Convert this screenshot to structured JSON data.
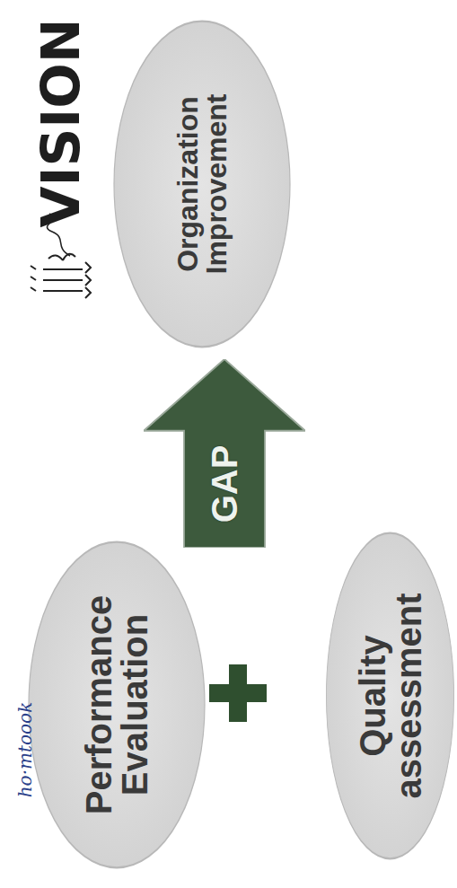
{
  "diagram": {
    "nodes": [
      {
        "text": [
          "Performance Evaluation"
        ]
      },
      {
        "text": [
          "Quality assessment"
        ]
      },
      {
        "text": [
          "GAP"
        ]
      },
      {
        "text": [
          "Organization Improvement"
        ]
      }
    ],
    "labels": [
      "VISION",
      "ho·mtoook"
    ]
  }
}
